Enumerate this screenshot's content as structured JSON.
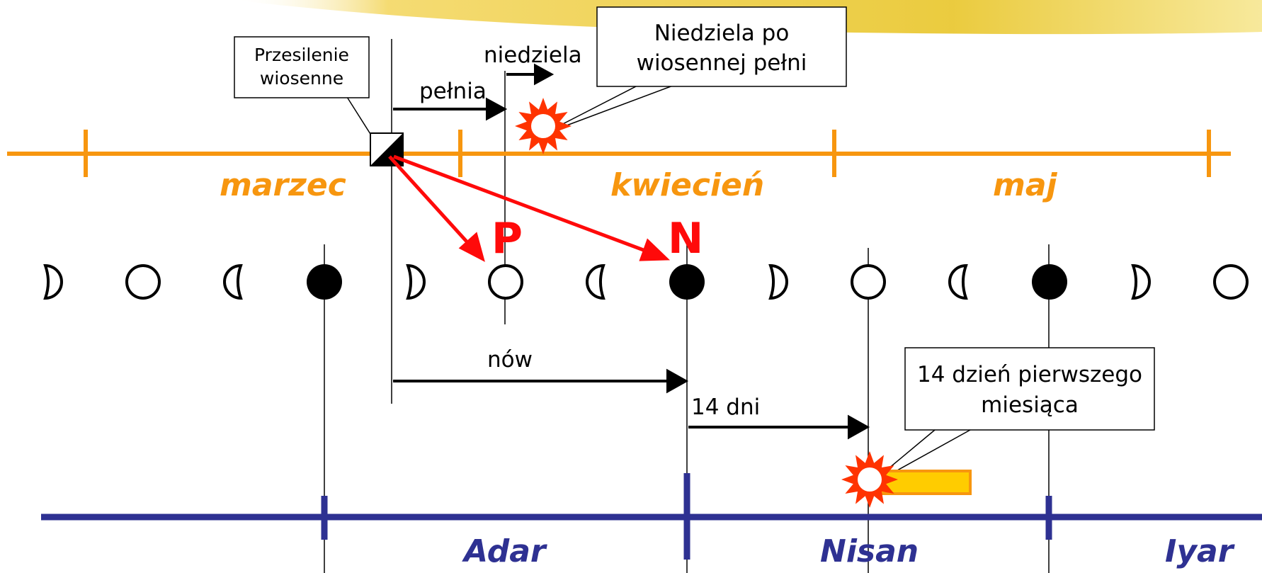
{
  "colors": {
    "background": "#ffffff",
    "gregorian_axis": "#f7960f",
    "jewish_axis": "#2e3192",
    "arrow_red": "#ff0a0a",
    "sun_red": "#ff3300",
    "highlight_fill": "#ffcc00",
    "header_swoosh": "#e7c21d"
  },
  "callouts": {
    "equinox": [
      "Przesilenie",
      "wiosenne"
    ],
    "easter_sunday": [
      "Niedziela po",
      "wiosennej pełni"
    ],
    "passover": [
      "14 dzień pierwszego",
      "miesiąca"
    ]
  },
  "labels": {
    "full_moon": "pełnia",
    "sunday": "niedziela",
    "new_moon": "nów",
    "fourteen_days": "14 dni",
    "letter_p": "P",
    "letter_n": "N"
  },
  "gregorian_months": [
    "marzec",
    "kwiecień",
    "maj"
  ],
  "jewish_months": [
    "Adar",
    "Nisan",
    "Iyar"
  ],
  "moon_phases": [
    "first-quarter",
    "full",
    "last-quarter",
    "new",
    "first-quarter",
    "full",
    "last-quarter",
    "new",
    "first-quarter",
    "full",
    "last-quarter",
    "new",
    "first-quarter",
    "full"
  ],
  "icons": {
    "equinox": "equinox-square-icon",
    "sun": "sun-icon"
  }
}
